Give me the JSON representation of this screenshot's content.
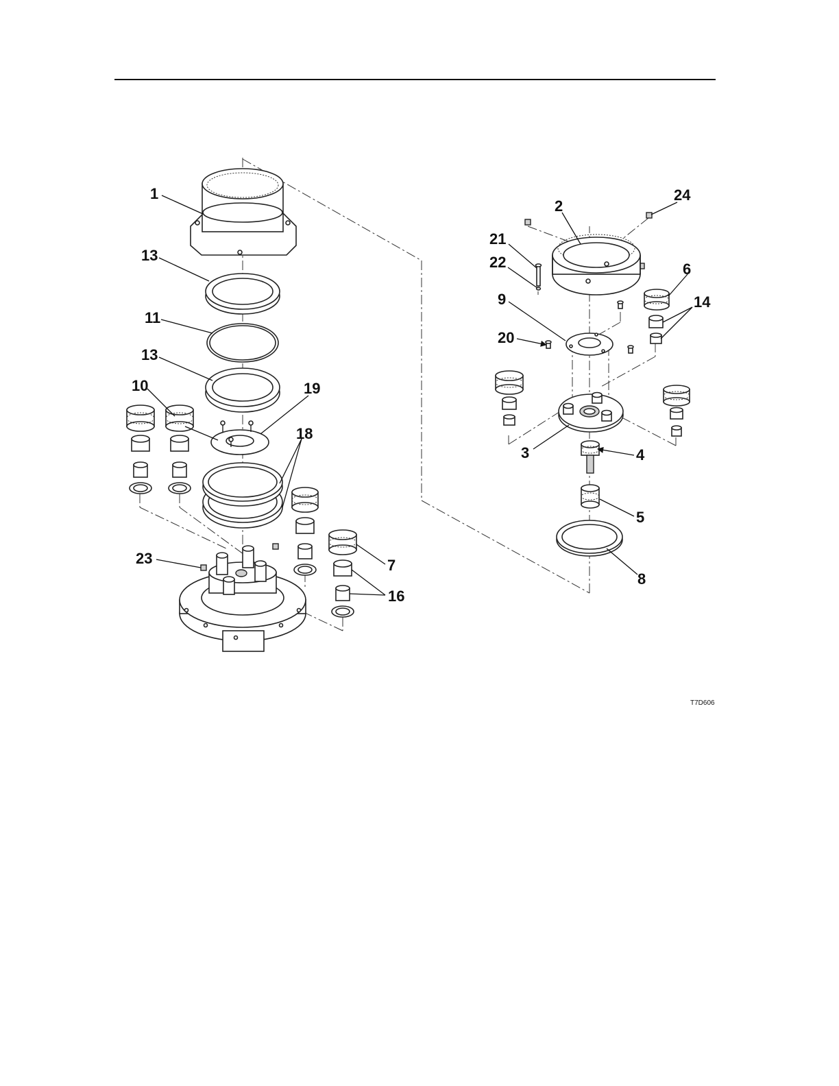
{
  "figure": {
    "code": "T7D606",
    "callouts": [
      "1",
      "13",
      "11",
      "13",
      "10",
      "19",
      "18",
      "23",
      "7",
      "16",
      "2",
      "24",
      "21",
      "22",
      "6",
      "14",
      "9",
      "20",
      "3",
      "4",
      "5",
      "8"
    ]
  }
}
